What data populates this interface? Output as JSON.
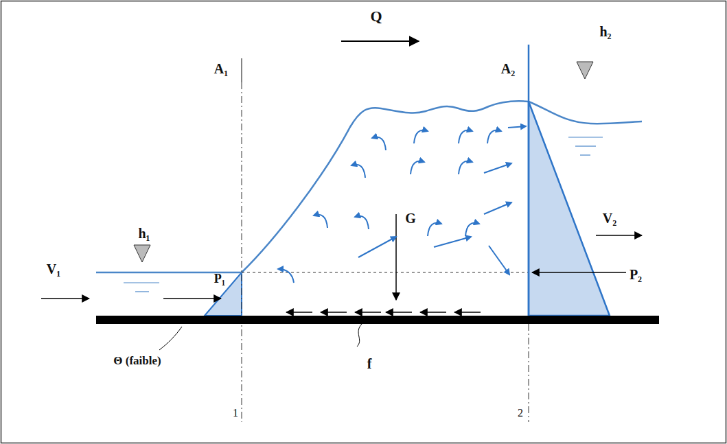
{
  "diagram": {
    "labels": [
      "Q",
      "A₁",
      "A₂",
      "h₂",
      "h₁",
      "V₁",
      "V₂",
      "P₁",
      "P₂",
      "G",
      "Θ (faible)",
      "f",
      "1",
      "2"
    ]
  }
}
